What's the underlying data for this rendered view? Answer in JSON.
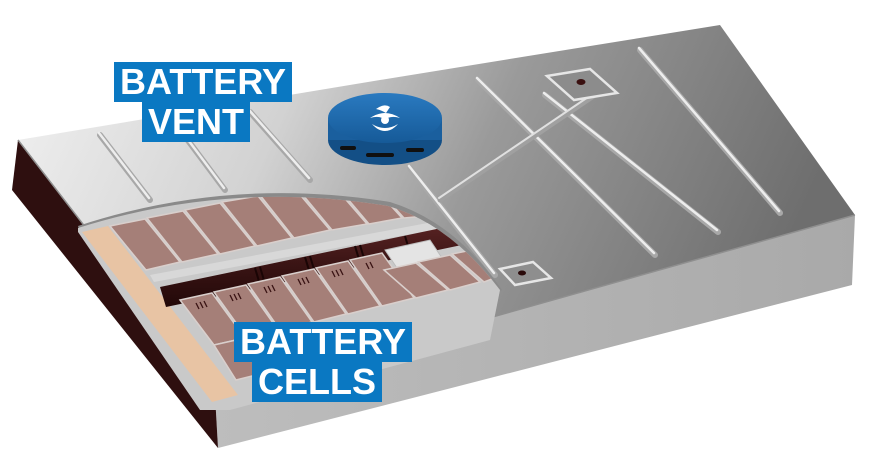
{
  "diagram": {
    "subject": "EV battery pack cutaway",
    "labels": {
      "vent": {
        "line1": "BATTERY",
        "line2": "VENT"
      },
      "cells": {
        "line1": "BATTERY",
        "line2": "CELLS"
      }
    },
    "colors": {
      "label_bg": "#0a78c2",
      "label_text": "#ffffff",
      "casing_top_light": "#e6e6e6",
      "casing_top_dark": "#7a7a7a",
      "casing_side": "#b4b4b4",
      "casing_end": "#2e0f0f",
      "insulation": "#e8c4a4",
      "cell": "#a57f78",
      "cooling_tube": "#3a1515",
      "vent_cap": "#1f69ab"
    },
    "components": [
      {
        "name": "casing-lid",
        "description": "Grey aluminum lid with raised ribs"
      },
      {
        "name": "battery-vent",
        "description": "Blue circular vent cap with logo"
      },
      {
        "name": "battery-cells",
        "description": "Rows of pouch cells exposed by cutaway"
      },
      {
        "name": "cooling-tube",
        "description": "Dark tube running between cell rows"
      },
      {
        "name": "vent-ports",
        "description": "Square recessed ports on lid"
      }
    ]
  }
}
